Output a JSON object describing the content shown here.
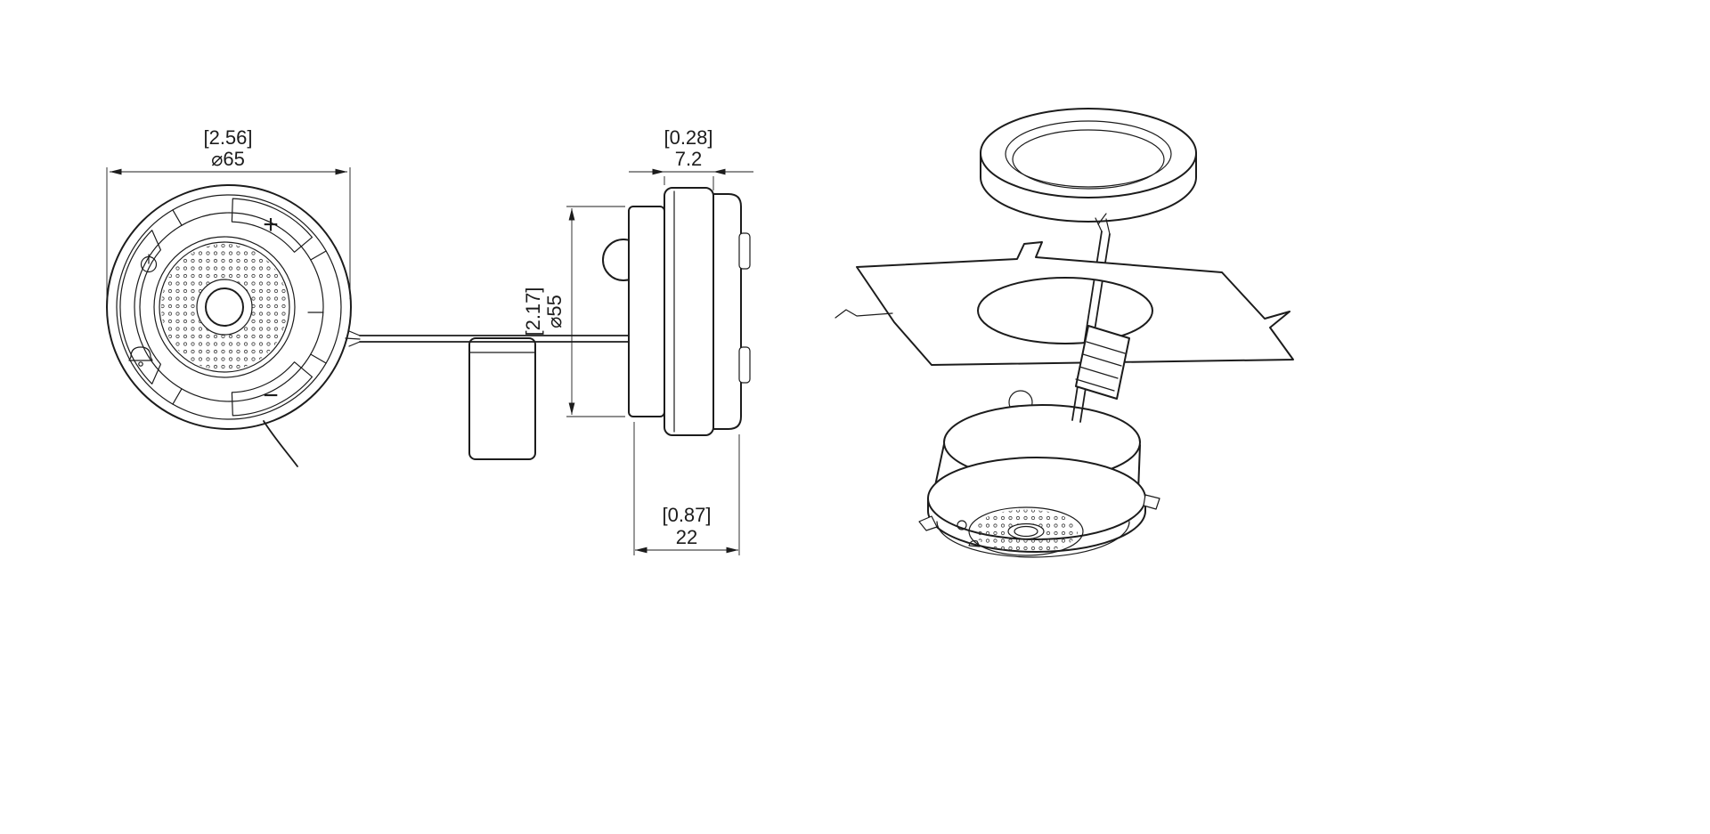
{
  "drawing": {
    "front_view": {
      "diameter_in": "[2.56]",
      "diameter_mm": "⌀65",
      "plus_marking": "+",
      "minus_marking": "−"
    },
    "side_view": {
      "flange_in": "[0.28]",
      "flange_mm": "7.2",
      "body_diameter_in": "[2.17]",
      "body_diameter_mm": "⌀55",
      "depth_in": "[0.87]",
      "depth_mm": "22"
    }
  },
  "colors": {
    "line": "#1c1c1c",
    "background": "#ffffff"
  }
}
